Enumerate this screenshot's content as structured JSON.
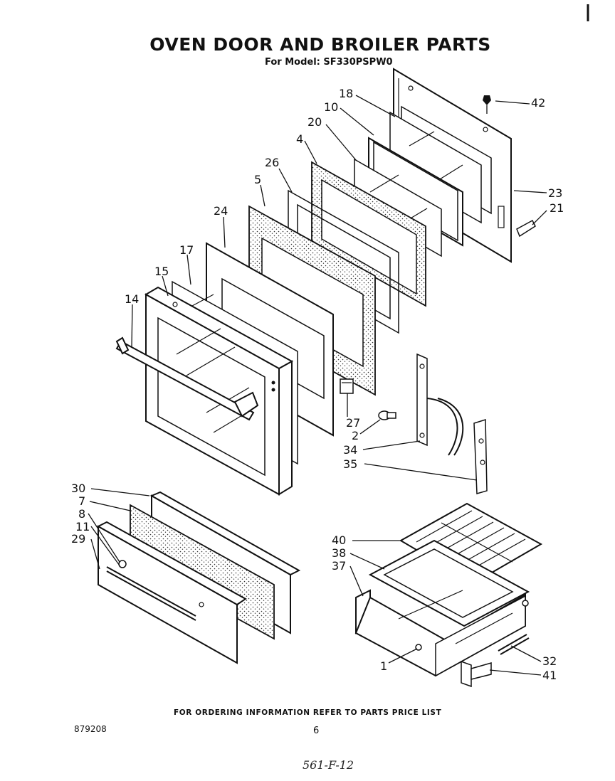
{
  "title": "OVEN DOOR AND BROILER PARTS",
  "subtitle": "For Model: SF330PSPW0",
  "footer_note": "FOR ORDERING INFORMATION REFER TO PARTS PRICE LIST",
  "document_number": "879208",
  "page_number": "6",
  "handwritten_note": "561-F-12",
  "callouts": [
    "18",
    "10",
    "20",
    "4",
    "26",
    "5",
    "24",
    "17",
    "15",
    "14",
    "42",
    "23",
    "21",
    "27",
    "2",
    "34",
    "35",
    "30",
    "7",
    "8",
    "11",
    "29",
    "40",
    "38",
    "37",
    "1",
    "32",
    "41"
  ]
}
